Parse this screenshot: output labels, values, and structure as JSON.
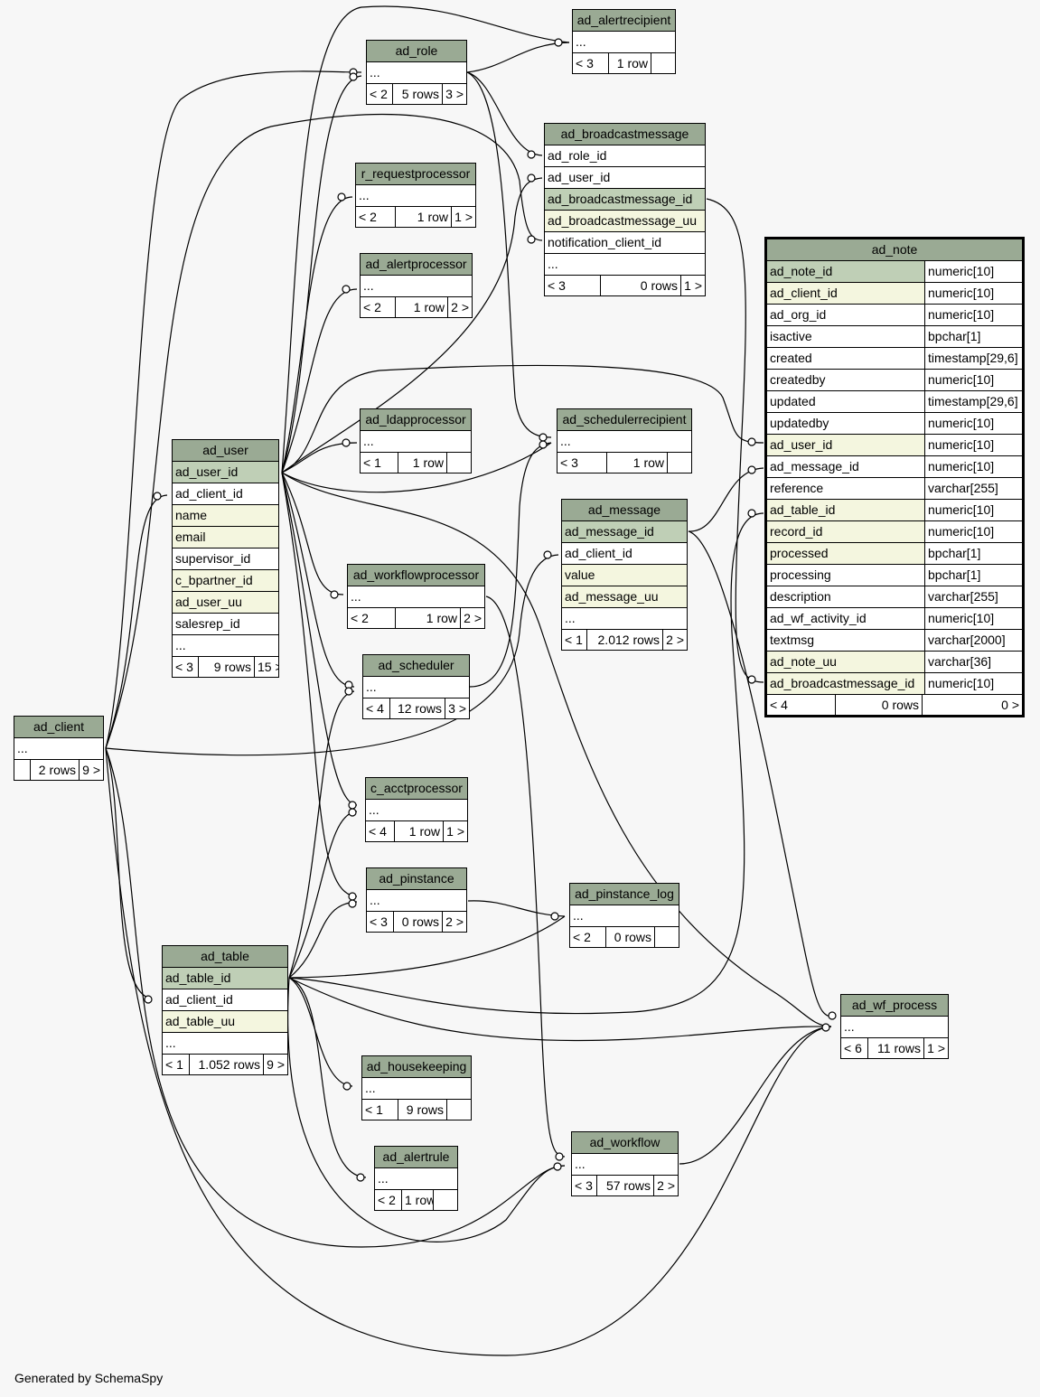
{
  "footer_text": "Generated by SchemaSpy",
  "colors": {
    "header": "#9aaa94",
    "primary_key_row": "#bfcfb6",
    "indexed_row": "#f4f6df",
    "background": "#f7f7f7"
  },
  "tables": [
    {
      "id": "ad_alertrecipient",
      "name": "ad_alertrecipient",
      "columns": [
        {
          "name": "...",
          "kind": "plain"
        }
      ],
      "footer": {
        "parents": "< 3",
        "rows": "1 row",
        "children": ""
      }
    },
    {
      "id": "ad_role",
      "name": "ad_role",
      "columns": [
        {
          "name": "...",
          "kind": "plain"
        }
      ],
      "footer": {
        "parents": "< 2",
        "rows": "5 rows",
        "children": "3 >"
      }
    },
    {
      "id": "ad_broadcastmessage",
      "name": "ad_broadcastmessage",
      "columns": [
        {
          "name": "ad_role_id",
          "kind": "fk"
        },
        {
          "name": "ad_user_id",
          "kind": "fk"
        },
        {
          "name": "ad_broadcastmessage_id",
          "kind": "pk"
        },
        {
          "name": "ad_broadcastmessage_uu",
          "kind": "idx"
        },
        {
          "name": "notification_client_id",
          "kind": "fk"
        },
        {
          "name": "...",
          "kind": "plain"
        }
      ],
      "footer": {
        "parents": "< 3",
        "rows": "0 rows",
        "children": "1 >"
      }
    },
    {
      "id": "r_requestprocessor",
      "name": "r_requestprocessor",
      "columns": [
        {
          "name": "...",
          "kind": "plain"
        }
      ],
      "footer": {
        "parents": "< 2",
        "rows": "1 row",
        "children": "1 >"
      }
    },
    {
      "id": "ad_alertprocessor",
      "name": "ad_alertprocessor",
      "columns": [
        {
          "name": "...",
          "kind": "plain"
        }
      ],
      "footer": {
        "parents": "< 2",
        "rows": "1 row",
        "children": "2 >"
      }
    },
    {
      "id": "ad_note",
      "name": "ad_note",
      "focus": true,
      "columns": [
        {
          "name": "ad_note_id",
          "type": "numeric[10]",
          "kind": "pk"
        },
        {
          "name": "ad_client_id",
          "type": "numeric[10]",
          "kind": "idx"
        },
        {
          "name": "ad_org_id",
          "type": "numeric[10]",
          "kind": "plain"
        },
        {
          "name": "isactive",
          "type": "bpchar[1]",
          "kind": "plain"
        },
        {
          "name": "created",
          "type": "timestamp[29,6]",
          "kind": "plain"
        },
        {
          "name": "createdby",
          "type": "numeric[10]",
          "kind": "plain"
        },
        {
          "name": "updated",
          "type": "timestamp[29,6]",
          "kind": "plain"
        },
        {
          "name": "updatedby",
          "type": "numeric[10]",
          "kind": "plain"
        },
        {
          "name": "ad_user_id",
          "type": "numeric[10]",
          "kind": "idx"
        },
        {
          "name": "ad_message_id",
          "type": "numeric[10]",
          "kind": "plain"
        },
        {
          "name": "reference",
          "type": "varchar[255]",
          "kind": "plain"
        },
        {
          "name": "ad_table_id",
          "type": "numeric[10]",
          "kind": "idx"
        },
        {
          "name": "record_id",
          "type": "numeric[10]",
          "kind": "idx"
        },
        {
          "name": "processed",
          "type": "bpchar[1]",
          "kind": "idx"
        },
        {
          "name": "processing",
          "type": "bpchar[1]",
          "kind": "plain"
        },
        {
          "name": "description",
          "type": "varchar[255]",
          "kind": "plain"
        },
        {
          "name": "ad_wf_activity_id",
          "type": "numeric[10]",
          "kind": "plain"
        },
        {
          "name": "textmsg",
          "type": "varchar[2000]",
          "kind": "plain"
        },
        {
          "name": "ad_note_uu",
          "type": "varchar[36]",
          "kind": "idx"
        },
        {
          "name": "ad_broadcastmessage_id",
          "type": "numeric[10]",
          "kind": "idx"
        }
      ],
      "footer": {
        "parents": "< 4",
        "rows": "0 rows",
        "children": "0 >"
      }
    },
    {
      "id": "ad_ldapprocessor",
      "name": "ad_ldapprocessor",
      "columns": [
        {
          "name": "...",
          "kind": "plain"
        }
      ],
      "footer": {
        "parents": "< 1",
        "rows": "1 row",
        "children": ""
      }
    },
    {
      "id": "ad_schedulerrecipient",
      "name": "ad_schedulerrecipient",
      "columns": [
        {
          "name": "...",
          "kind": "plain"
        }
      ],
      "footer": {
        "parents": "< 3",
        "rows": "1 row",
        "children": ""
      }
    },
    {
      "id": "ad_user",
      "name": "ad_user",
      "columns": [
        {
          "name": "ad_user_id",
          "kind": "pk"
        },
        {
          "name": "ad_client_id",
          "kind": "fk"
        },
        {
          "name": "name",
          "kind": "idx"
        },
        {
          "name": "email",
          "kind": "idx"
        },
        {
          "name": "supervisor_id",
          "kind": "plain"
        },
        {
          "name": "c_bpartner_id",
          "kind": "idx"
        },
        {
          "name": "ad_user_uu",
          "kind": "idx"
        },
        {
          "name": "salesrep_id",
          "kind": "plain"
        },
        {
          "name": "...",
          "kind": "plain"
        }
      ],
      "footer": {
        "parents": "< 3",
        "rows": "9 rows",
        "children": "15 >"
      }
    },
    {
      "id": "ad_message",
      "name": "ad_message",
      "columns": [
        {
          "name": "ad_message_id",
          "kind": "pk"
        },
        {
          "name": "ad_client_id",
          "kind": "fk"
        },
        {
          "name": "value",
          "kind": "idx"
        },
        {
          "name": "ad_message_uu",
          "kind": "idx"
        },
        {
          "name": "...",
          "kind": "plain"
        }
      ],
      "footer": {
        "parents": "< 1",
        "rows": "2.012 rows",
        "children": "2 >"
      }
    },
    {
      "id": "ad_workflowprocessor",
      "name": "ad_workflowprocessor",
      "columns": [
        {
          "name": "...",
          "kind": "plain"
        }
      ],
      "footer": {
        "parents": "< 2",
        "rows": "1 row",
        "children": "2 >"
      }
    },
    {
      "id": "ad_scheduler",
      "name": "ad_scheduler",
      "columns": [
        {
          "name": "...",
          "kind": "plain"
        }
      ],
      "footer": {
        "parents": "< 4",
        "rows": "12 rows",
        "children": "3 >"
      }
    },
    {
      "id": "ad_client",
      "name": "ad_client",
      "columns": [
        {
          "name": "...",
          "kind": "plain"
        }
      ],
      "footer": {
        "parents": "",
        "rows": "2 rows",
        "children": "9 >"
      }
    },
    {
      "id": "c_acctprocessor",
      "name": "c_acctprocessor",
      "columns": [
        {
          "name": "...",
          "kind": "plain"
        }
      ],
      "footer": {
        "parents": "< 4",
        "rows": "1 row",
        "children": "1 >"
      }
    },
    {
      "id": "ad_pinstance",
      "name": "ad_pinstance",
      "columns": [
        {
          "name": "...",
          "kind": "plain"
        }
      ],
      "footer": {
        "parents": "< 3",
        "rows": "0 rows",
        "children": "2 >"
      }
    },
    {
      "id": "ad_pinstance_log",
      "name": "ad_pinstance_log",
      "columns": [
        {
          "name": "...",
          "kind": "plain"
        }
      ],
      "footer": {
        "parents": "< 2",
        "rows": "0 rows",
        "children": ""
      }
    },
    {
      "id": "ad_table",
      "name": "ad_table",
      "columns": [
        {
          "name": "ad_table_id",
          "kind": "pk"
        },
        {
          "name": "ad_client_id",
          "kind": "fk"
        },
        {
          "name": "ad_table_uu",
          "kind": "idx"
        },
        {
          "name": "...",
          "kind": "plain"
        }
      ],
      "footer": {
        "parents": "< 1",
        "rows": "1.052 rows",
        "children": "9 >"
      }
    },
    {
      "id": "ad_wf_process",
      "name": "ad_wf_process",
      "columns": [
        {
          "name": "...",
          "kind": "plain"
        }
      ],
      "footer": {
        "parents": "< 6",
        "rows": "11 rows",
        "children": "1 >"
      }
    },
    {
      "id": "ad_housekeeping",
      "name": "ad_housekeeping",
      "columns": [
        {
          "name": "...",
          "kind": "plain"
        }
      ],
      "footer": {
        "parents": "< 1",
        "rows": "9 rows",
        "children": ""
      }
    },
    {
      "id": "ad_alertrule",
      "name": "ad_alertrule",
      "columns": [
        {
          "name": "...",
          "kind": "plain"
        }
      ],
      "footer": {
        "parents": "< 2",
        "rows": "1 row",
        "children": ""
      }
    },
    {
      "id": "ad_workflow",
      "name": "ad_workflow",
      "columns": [
        {
          "name": "...",
          "kind": "plain"
        }
      ],
      "footer": {
        "parents": "< 3",
        "rows": "57 rows",
        "children": "2 >"
      }
    }
  ]
}
